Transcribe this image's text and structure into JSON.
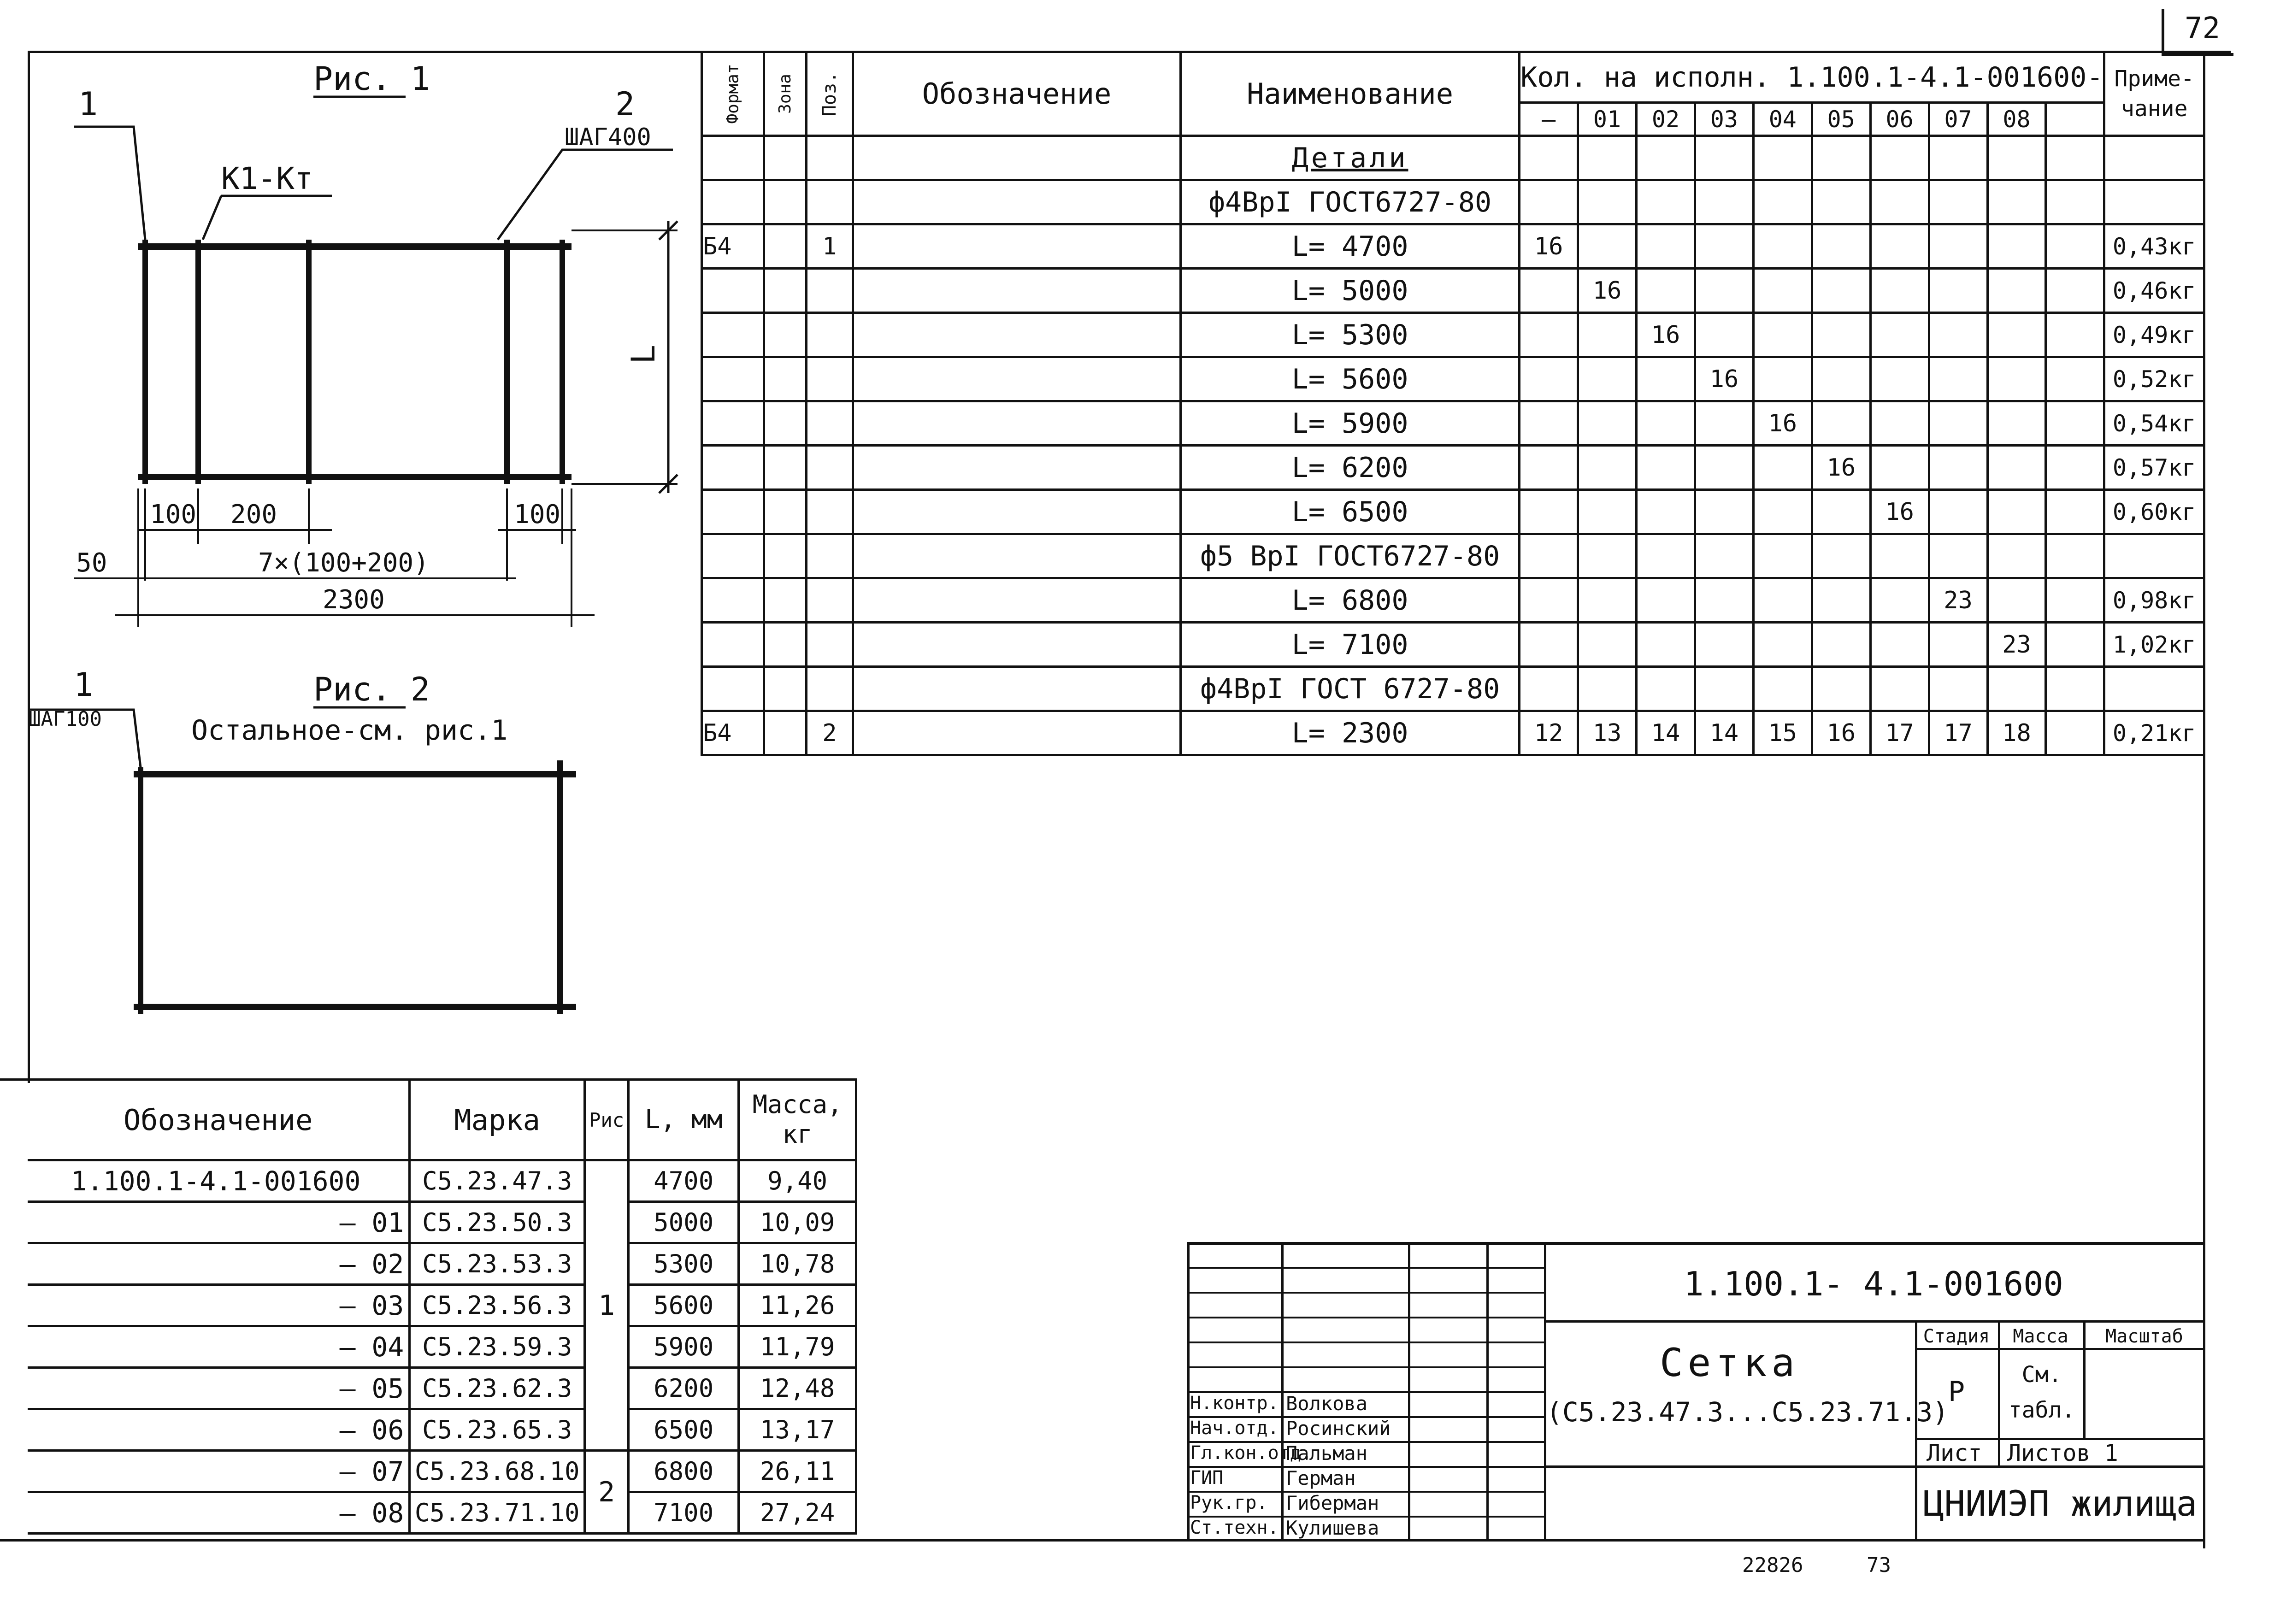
{
  "page_number": "72",
  "bottom_note_left": "22826",
  "bottom_note_right": "73",
  "fig1": {
    "title": "Рис. 1",
    "callout_left": "1",
    "callout_right": "2",
    "step_right": "ШАГ400",
    "bar_range": "К1-Кт",
    "dim_L": "L",
    "dim_100a": "100",
    "dim_200": "200",
    "dim_100b": "100",
    "dim_50": "50",
    "dim_repeat": "7×(100+200)",
    "dim_total": "2300"
  },
  "fig2": {
    "title": "Рис. 2",
    "callout": "1",
    "step": "ШАГ100",
    "note": "Остальное-см. рис.1"
  },
  "spec": {
    "h_format": "Формат",
    "h_zone": "Зона",
    "h_pos": "Поз.",
    "h_designation": "Обозначение",
    "h_name": "Наименование",
    "h_qty": "Кол. на исполн. 1.100.1-4.1-001600-",
    "h_note": "Приме- чание",
    "h_variants": [
      "—",
      "01",
      "02",
      "03",
      "04",
      "05",
      "06",
      "07",
      "08",
      ""
    ],
    "rows": [
      {
        "fmt": "",
        "pos": "",
        "name": "Детали",
        "q": [
          "",
          "",
          "",
          "",
          "",
          "",
          "",
          "",
          "",
          ""
        ],
        "note": ""
      },
      {
        "fmt": "",
        "pos": "",
        "name": "ф4ВрI ГОСТ6727-80",
        "q": [
          "",
          "",
          "",
          "",
          "",
          "",
          "",
          "",
          "",
          ""
        ],
        "note": ""
      },
      {
        "fmt": "Б4",
        "pos": "1",
        "name": "L= 4700",
        "q": [
          "16",
          "",
          "",
          "",
          "",
          "",
          "",
          "",
          "",
          ""
        ],
        "note": "0,43кг"
      },
      {
        "fmt": "",
        "pos": "",
        "name": "L= 5000",
        "q": [
          "",
          "16",
          "",
          "",
          "",
          "",
          "",
          "",
          "",
          ""
        ],
        "note": "0,46кг"
      },
      {
        "fmt": "",
        "pos": "",
        "name": "L= 5300",
        "q": [
          "",
          "",
          "16",
          "",
          "",
          "",
          "",
          "",
          "",
          ""
        ],
        "note": "0,49кг"
      },
      {
        "fmt": "",
        "pos": "",
        "name": "L= 5600",
        "q": [
          "",
          "",
          "",
          "16",
          "",
          "",
          "",
          "",
          "",
          ""
        ],
        "note": "0,52кг"
      },
      {
        "fmt": "",
        "pos": "",
        "name": "L= 5900",
        "q": [
          "",
          "",
          "",
          "",
          "16",
          "",
          "",
          "",
          "",
          ""
        ],
        "note": "0,54кг"
      },
      {
        "fmt": "",
        "pos": "",
        "name": "L= 6200",
        "q": [
          "",
          "",
          "",
          "",
          "",
          "16",
          "",
          "",
          "",
          ""
        ],
        "note": "0,57кг"
      },
      {
        "fmt": "",
        "pos": "",
        "name": "L= 6500",
        "q": [
          "",
          "",
          "",
          "",
          "",
          "",
          "16",
          "",
          "",
          ""
        ],
        "note": "0,60кг"
      },
      {
        "fmt": "",
        "pos": "",
        "name": "ф5 ВрI ГОСТ6727-80",
        "q": [
          "",
          "",
          "",
          "",
          "",
          "",
          "",
          "",
          "",
          ""
        ],
        "note": ""
      },
      {
        "fmt": "",
        "pos": "",
        "name": "L= 6800",
        "q": [
          "",
          "",
          "",
          "",
          "",
          "",
          "",
          "23",
          "",
          ""
        ],
        "note": "0,98кг"
      },
      {
        "fmt": "",
        "pos": "",
        "name": "L= 7100",
        "q": [
          "",
          "",
          "",
          "",
          "",
          "",
          "",
          "",
          "23",
          ""
        ],
        "note": "1,02кг"
      },
      {
        "fmt": "",
        "pos": "",
        "name": "ф4ВрI ГОСТ 6727-80",
        "q": [
          "",
          "",
          "",
          "",
          "",
          "",
          "",
          "",
          "",
          ""
        ],
        "note": ""
      },
      {
        "fmt": "Б4",
        "pos": "2",
        "name": "L= 2300",
        "q": [
          "12",
          "13",
          "14",
          "14",
          "15",
          "16",
          "17",
          "17",
          "18",
          ""
        ],
        "note": "0,21кг"
      }
    ]
  },
  "marks": {
    "h_designation": "Обозначение",
    "h_mark": "Марка",
    "h_fig": "Рис",
    "h_len": "L, мм",
    "h_mass": "Масса, кг",
    "rows": [
      {
        "des": "1.100.1-4.1-001600",
        "mark": "С5.23.47.3",
        "len": "4700",
        "mass": "9,40"
      },
      {
        "des": "— 01",
        "mark": "С5.23.50.3",
        "len": "5000",
        "mass": "10,09"
      },
      {
        "des": "— 02",
        "mark": "С5.23.53.3",
        "len": "5300",
        "mass": "10,78"
      },
      {
        "des": "— 03",
        "mark": "С5.23.56.3",
        "len": "5600",
        "mass": "11,26"
      },
      {
        "des": "— 04",
        "mark": "С5.23.59.3",
        "len": "5900",
        "mass": "11,79"
      },
      {
        "des": "— 05",
        "mark": "С5.23.62.3",
        "len": "6200",
        "mass": "12,48"
      },
      {
        "des": "— 06",
        "mark": "С5.23.65.3",
        "len": "6500",
        "mass": "13,17"
      },
      {
        "des": "— 07",
        "mark": "С5.23.68.10",
        "len": "6800",
        "mass": "26,11"
      },
      {
        "des": "— 08",
        "mark": "С5.23.71.10",
        "len": "7100",
        "mass": "27,24"
      }
    ],
    "fig1": "1",
    "fig2": "2"
  },
  "stamp": {
    "doc_code": "1.100.1- 4.1-001600",
    "title": "Сетка",
    "subtitle": "(С5.23.47.3...С5.23.71.3)",
    "h_stage": "Стадия",
    "h_mass": "Масса",
    "h_scale": "Масштаб",
    "stage": "Р",
    "mass": "См. табл.",
    "sheet": "Лист",
    "sheets": "Листов 1",
    "org": "ЦНИИЭП жилища",
    "roles": [
      {
        "role": "Н.контр.",
        "name": "Волкова"
      },
      {
        "role": "Нач.отд.",
        "name": "Росинский"
      },
      {
        "role": "Гл.кон.отд.",
        "name": "Пальман"
      },
      {
        "role": "ГИП",
        "name": "Герман"
      },
      {
        "role": "Рук.гр.",
        "name": "Гиберман"
      },
      {
        "role": "Ст.техн.",
        "name": "Кулишева"
      }
    ]
  }
}
